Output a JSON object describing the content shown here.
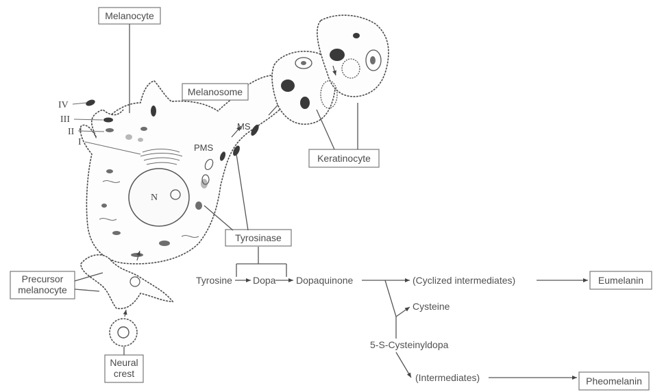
{
  "labels": {
    "melanocyte": "Melanocyte",
    "melanosome": "Melanosome",
    "keratinocyte": "Keratinocyte",
    "tyrosinase": "Tyrosinase",
    "precursor_line1": "Precursor",
    "precursor_line2": "melanocyte",
    "neural_line1": "Neural",
    "neural_line2": "crest",
    "eumelanin": "Eumelanin",
    "pheomelanin": "Pheomelanin"
  },
  "stages": {
    "iv": "IV",
    "iii": "III",
    "ii": "II",
    "i": "I",
    "ms": "MS",
    "pms": "PMS",
    "nucleus": "N"
  },
  "pathway": {
    "tyrosine": "Tyrosine",
    "dopa": "Dopa",
    "dopaquinone": "Dopaquinone",
    "cyclized": "(Cyclized intermediates)",
    "cysteine": "Cysteine",
    "cysteinyldopa": "5-S-Cysteinyldopa",
    "intermediates": "(Intermediates)"
  }
}
